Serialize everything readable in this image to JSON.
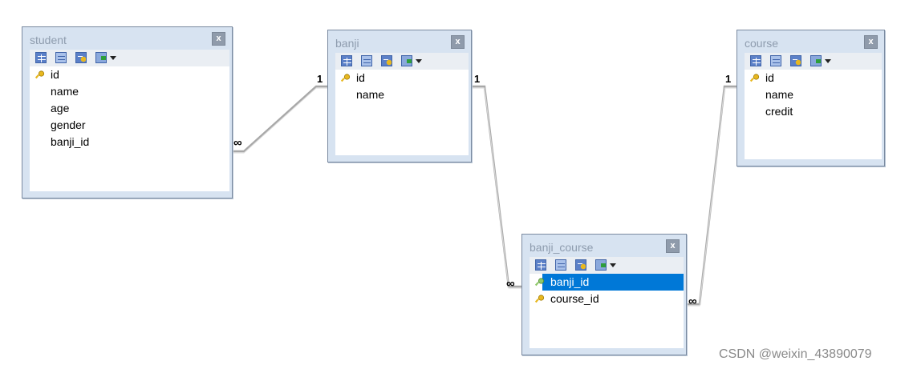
{
  "tables": {
    "student": {
      "title": "student",
      "close": "x",
      "columns": [
        "id",
        "name",
        "age",
        "gender",
        "banji_id"
      ],
      "primary_keys": [
        "id"
      ]
    },
    "banji": {
      "title": "banji",
      "close": "x",
      "columns": [
        "id",
        "name"
      ],
      "primary_keys": [
        "id"
      ]
    },
    "course": {
      "title": "course",
      "close": "x",
      "columns": [
        "id",
        "name",
        "credit"
      ],
      "primary_keys": [
        "id"
      ]
    },
    "banji_course": {
      "title": "banji_course",
      "close": "x",
      "columns": [
        "banji_id",
        "course_id"
      ],
      "primary_keys": [
        "banji_id",
        "course_id"
      ],
      "selected": "banji_id"
    }
  },
  "relations": [
    {
      "from": "banji",
      "to": "student",
      "one": "1",
      "many": "∞"
    },
    {
      "from": "banji",
      "to": "banji_course",
      "one": "1",
      "many": "∞"
    },
    {
      "from": "course",
      "to": "banji_course",
      "one": "1",
      "many": "∞"
    }
  ],
  "watermark": "CSDN @weixin_43890079",
  "colors": {
    "frame": "#d7e3f1",
    "selection": "#0078d7",
    "key": "#e8b820",
    "link": "#a0a0a0"
  }
}
